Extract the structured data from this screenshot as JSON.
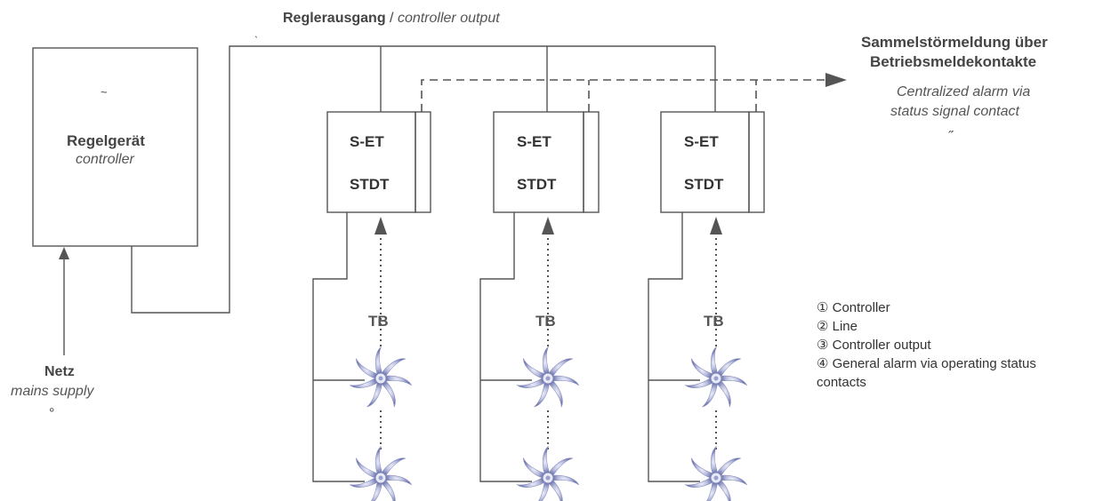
{
  "controller": {
    "title": "Regelgerät",
    "subtitle": "controller",
    "mark": "~"
  },
  "mains": {
    "title": "Netz",
    "subtitle": "mains supply",
    "mark": "°"
  },
  "output": {
    "title": "Reglerausgang",
    "separator": " / ",
    "subtitle": "controller output",
    "mark": "ˎ"
  },
  "alarm": {
    "title_line1": "Sammelstörmeldung über",
    "title_line2": "Betriebsmeldekontakte",
    "subtitle_line1": "Centralized alarm via",
    "subtitle_line2": "status signal contact",
    "mark": "˝"
  },
  "units": [
    {
      "top_label": "S-ET",
      "bottom_label": "STDT",
      "sensor_label": "TB"
    },
    {
      "top_label": "S-ET",
      "bottom_label": "STDT",
      "sensor_label": "TB"
    },
    {
      "top_label": "S-ET",
      "bottom_label": "STDT",
      "sensor_label": "TB"
    }
  ],
  "legend": [
    "① Controller",
    "② Line",
    "③ Controller output",
    "④ General alarm via operating status",
    "contacts"
  ],
  "colors": {
    "line": "#555555",
    "fan_light": "#d9dcef",
    "fan_dark": "#7c83b8"
  }
}
